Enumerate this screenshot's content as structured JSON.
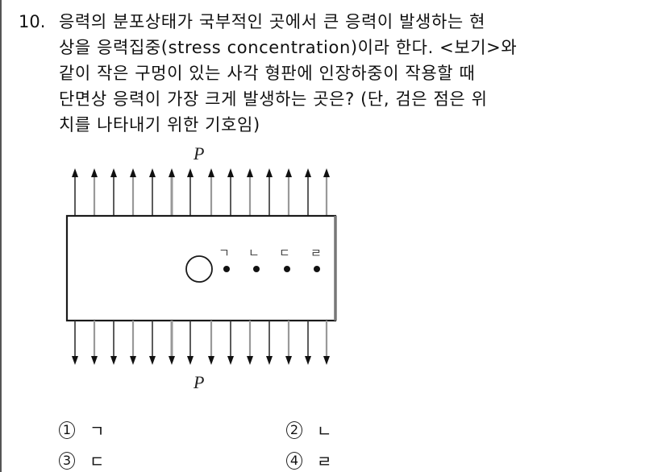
{
  "question": {
    "number": "10.",
    "lines": [
      "응력의 분포상태가 국부적인 곳에서 큰 응력이 발생하는 현",
      "상을 응력집중(stress concentration)이라 한다. <보기>와",
      "같이 작은 구멍이 있는 사각 형판에 인장하중이 작용할 때",
      "단면상 응력이 가장 크게 발생하는 곳은? (단, 검은 점은 위",
      "치를 나타내기 위한 기호임)"
    ]
  },
  "diagram": {
    "load_label_top": "P",
    "load_label_bottom": "P",
    "arrow_count": 14,
    "hole": "small-circular-hole",
    "points": [
      {
        "label": "ㄱ"
      },
      {
        "label": "ㄴ"
      },
      {
        "label": "ㄷ"
      },
      {
        "label": "ㄹ"
      }
    ],
    "colors": {
      "outline": "#1a1a1a",
      "arrow_dark": "#333333",
      "arrow_light": "#999999"
    }
  },
  "options": [
    {
      "number": "1",
      "label": "ㄱ"
    },
    {
      "number": "2",
      "label": "ㄴ"
    },
    {
      "number": "3",
      "label": "ㄷ"
    },
    {
      "number": "4",
      "label": "ㄹ"
    }
  ]
}
